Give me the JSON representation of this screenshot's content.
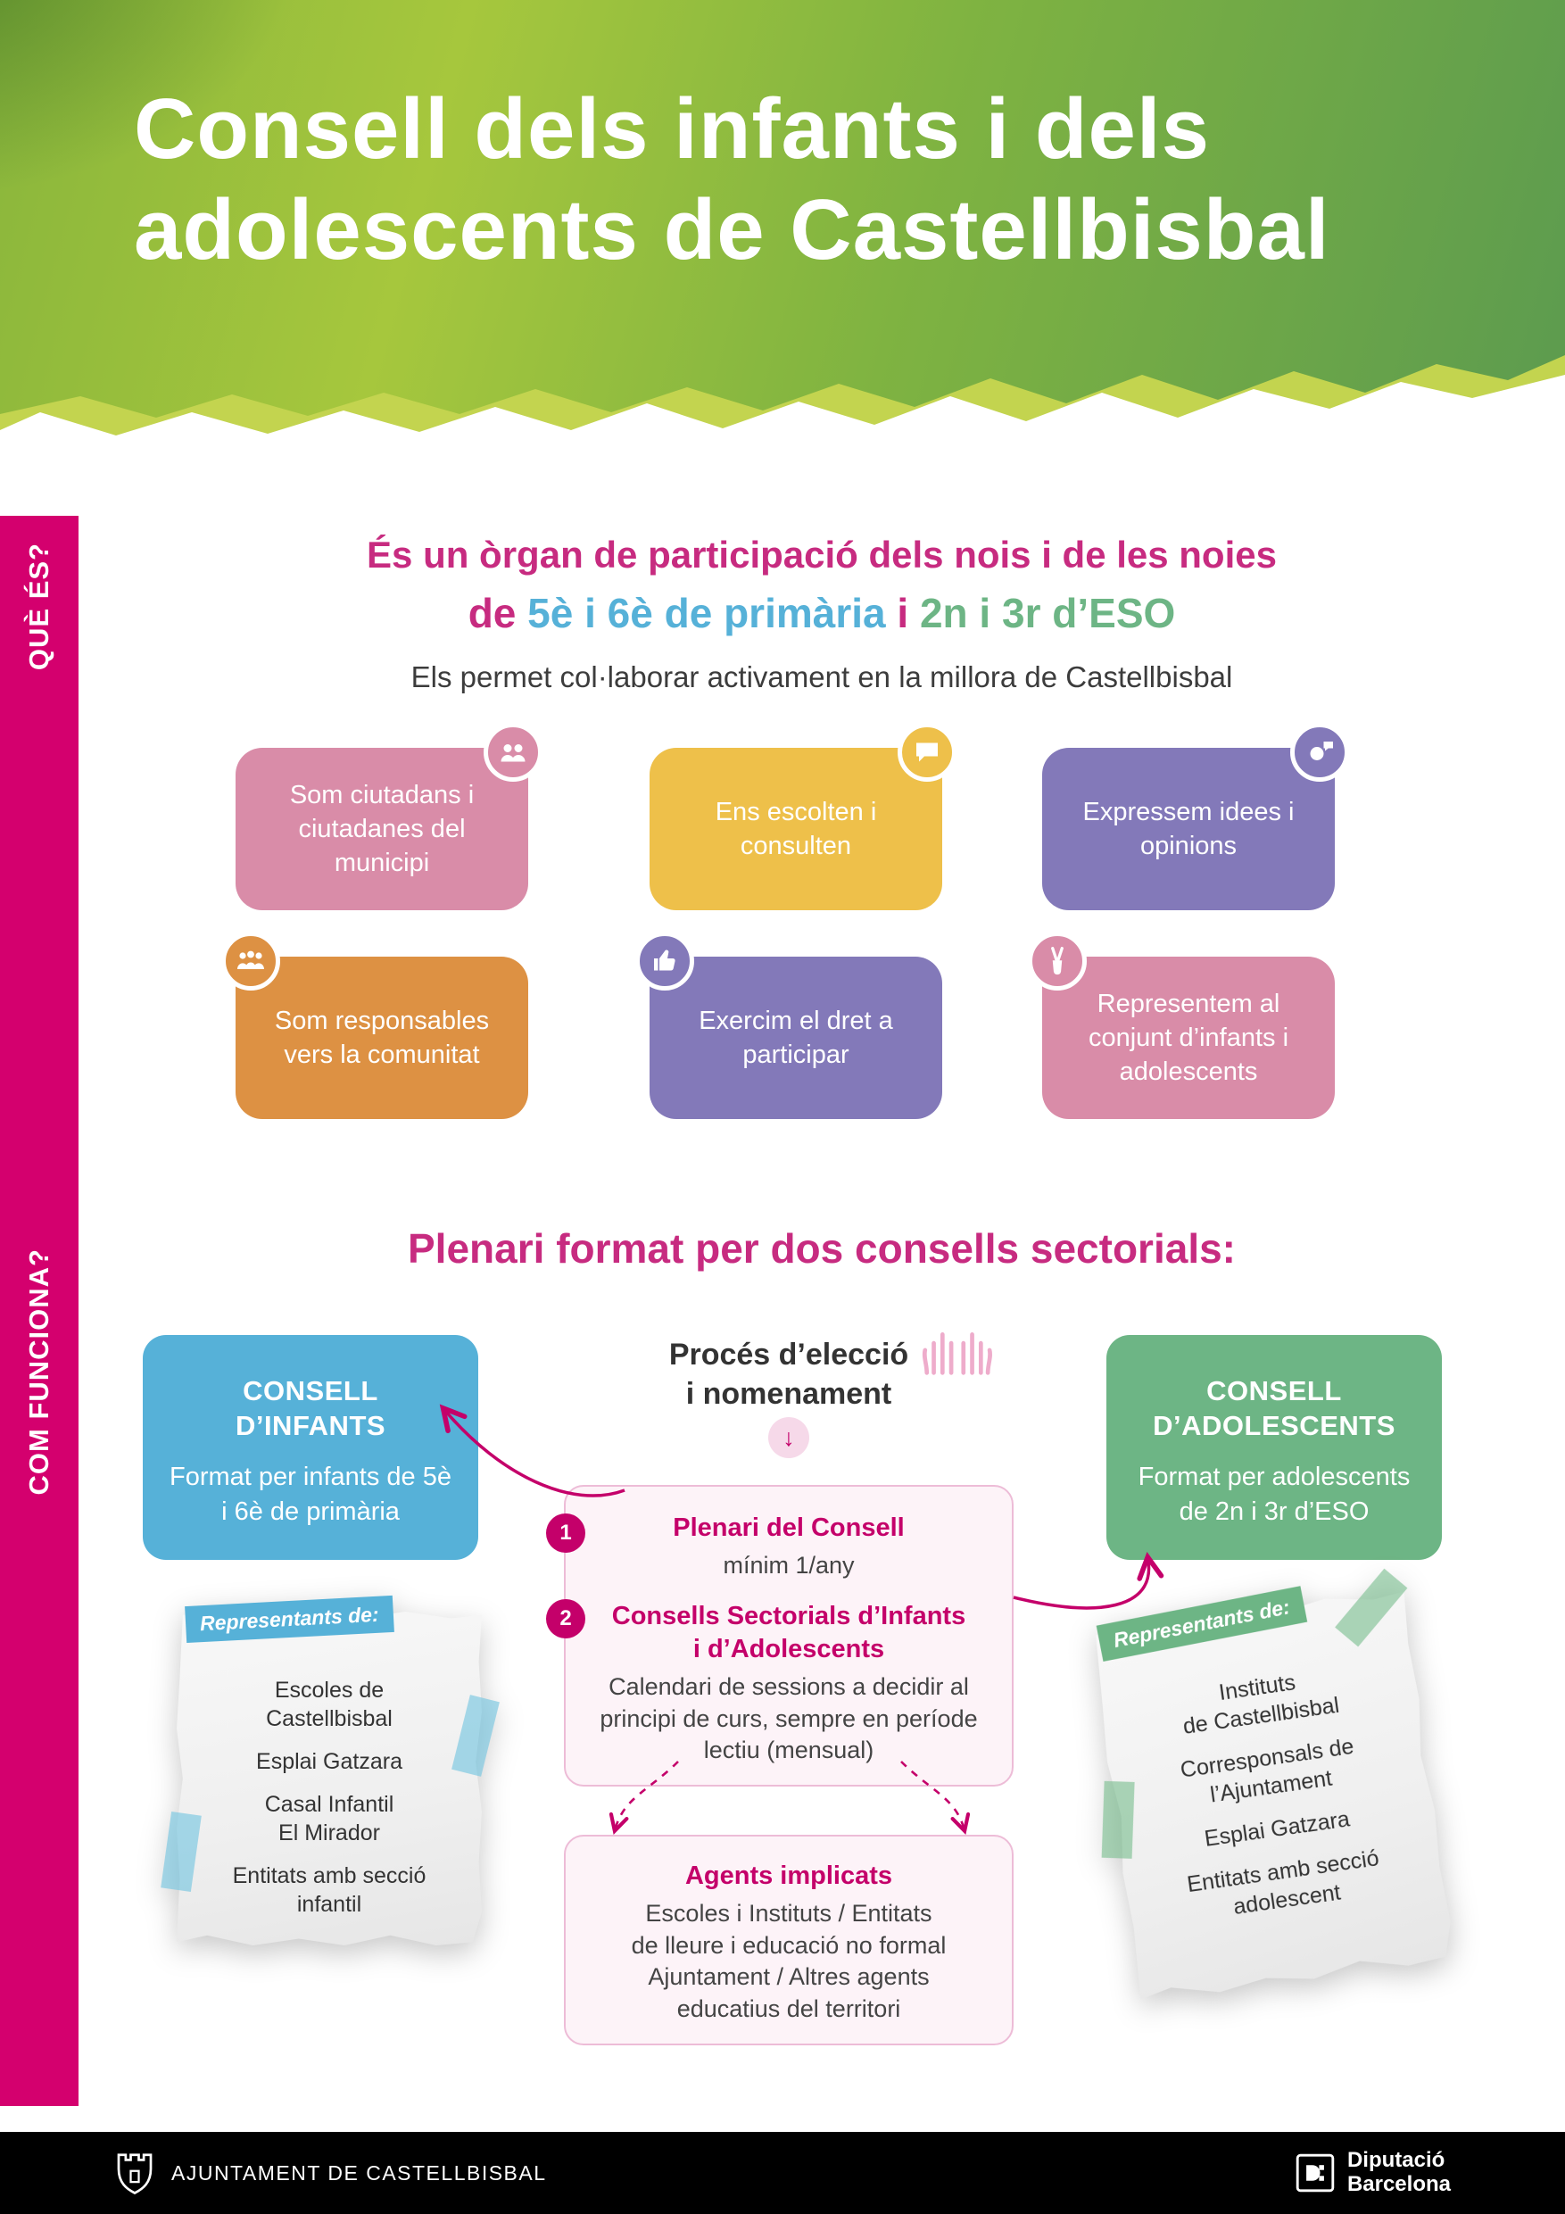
{
  "header": {
    "title_line1": "Consell dels infants i dels",
    "title_line2": "adolescents de Castellbisbal"
  },
  "sidebar": {
    "que_es": "QUÈ ÉS?",
    "com_funciona": "COM FUNCIONA?"
  },
  "colors": {
    "magenta": "#d4006e",
    "blue": "#56b1d8",
    "green": "#6db585",
    "pink": "#d98ca8",
    "yellow": "#eec04a",
    "purple": "#8379b9",
    "orange": "#dd9143",
    "header_green": "#7fb341"
  },
  "intro": {
    "line1": "És un òrgan de participació dels nois i de les noies",
    "line2": {
      "prefix": "de ",
      "blue": "5è i 6è de primària",
      "mid": " i ",
      "green": "2n i 3r d’ESO"
    },
    "subtitle": "Els permet col·laborar activament en la millora de Castellbisbal"
  },
  "features": [
    {
      "text": "Som ciutadans i ciutadanes del municipi",
      "icon": "citizens-icon"
    },
    {
      "text": "Ens escolten i consulten",
      "icon": "speech-bubble-icon"
    },
    {
      "text": "Expressem idees i opinions",
      "icon": "opinions-icon"
    },
    {
      "text": "Som responsables vers la comunitat",
      "icon": "community-icon"
    },
    {
      "text": "Exercim el dret a participar",
      "icon": "thumbs-up-icon"
    },
    {
      "text": "Representem al conjunt d’infants i adolescents",
      "icon": "peace-hand-icon"
    }
  ],
  "section2": {
    "heading": "Plenari format per dos consells sectorials:",
    "consell_infants": {
      "title": "CONSELL D’INFANTS",
      "subtitle": "Format per infants de 5è i 6è de primària"
    },
    "consell_adolescents": {
      "title": "CONSELL D’ADOLESCENTS",
      "subtitle": "Format per adolescents de 2n i 3r d’ESO"
    },
    "proces": {
      "line1": "Procés d’elecció",
      "line2": "i nomenament"
    },
    "plenari_box": {
      "item1": {
        "num": "1",
        "title": "Plenari del Consell",
        "text": "mínim 1/any"
      },
      "item2": {
        "num": "2",
        "title": "Consells Sectorials d’Infants\ni d’Adolescents",
        "text": "Calendari de sessions a decidir al\nprincipi de curs, sempre en període\nlectiu (mensual)"
      }
    },
    "agents_box": {
      "title": "Agents implicats",
      "text": "Escoles i Instituts / Entitats\nde lleure i educació no formal\nAjuntament / Altres agents\neducatius del territori"
    },
    "note_left": {
      "badge": "Representants de:",
      "items": [
        "Escoles de\nCastellbisbal",
        "Esplai Gatzara",
        "Casal Infantil\nEl Mirador",
        "Entitats amb secció\ninfantil"
      ]
    },
    "note_right": {
      "badge": "Representants de:",
      "items": [
        "Instituts\nde Castellbisbal",
        "Corresponsals de\nl’Ajuntament",
        "Esplai Gatzara",
        "Entitats amb secció\nadolescent"
      ]
    }
  },
  "glyphs": {
    "down_arrow": "↓"
  },
  "footer": {
    "left": "AJUNTAMENT DE CASTELLBISBAL",
    "right_line1": "Diputació",
    "right_line2": "Barcelona"
  }
}
